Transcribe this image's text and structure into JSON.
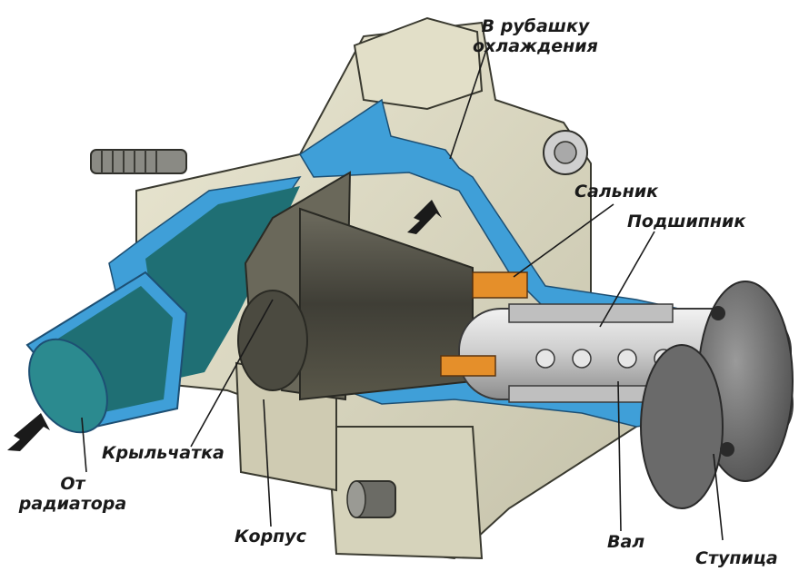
{
  "labels": {
    "jacket_line1": "В рубашку",
    "jacket_line2": "охлаждения",
    "seal": "Сальник",
    "bearing": "Подшипник",
    "impeller": "Крыльчатка",
    "from_line1": "От",
    "from_line2": "радиатора",
    "housing": "Корпус",
    "shaft": "Вал",
    "hub": "Ступица"
  },
  "colors": {
    "coolant_blue": "#3f9fd8",
    "dark_teal": "#1f6f74",
    "metal_cream": "#d9d6c0",
    "shaft_grey": "#c9c9c9",
    "impeller_dark": "#55554a",
    "seal_orange": "#e58f2a"
  },
  "icons": [
    "flow-arrow-icon",
    "flow-arrow-icon"
  ]
}
